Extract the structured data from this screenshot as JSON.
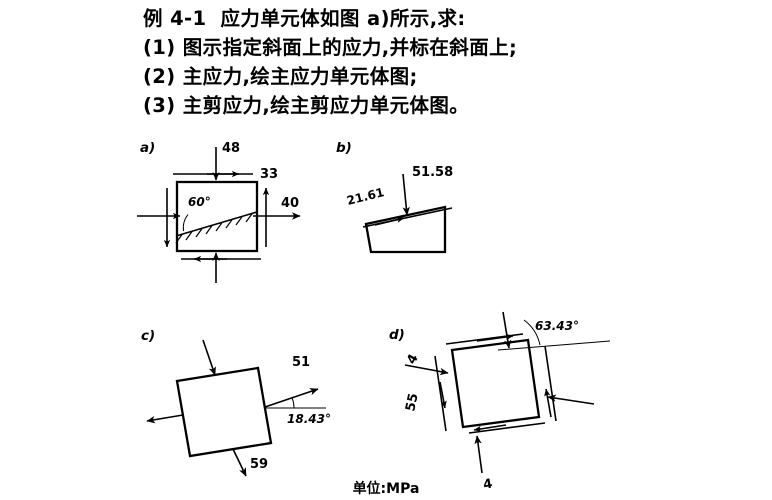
{
  "document": {
    "statement": {
      "title": "例 4-1",
      "lines": [
        "应力单元体如图 a)所示,求:",
        "(1) 图示指定斜面上的应力,并标在斜面上;",
        "(2) 主应力,绘主应力单元体图;",
        "(3) 主剪应力,绘主剪应力单元体图。"
      ]
    },
    "figure_caption": "单位:MPa"
  },
  "figure": {
    "panels": [
      {
        "id": "a",
        "label": "a)",
        "description": "stress element square with inclined plane at 60 degrees",
        "annotations": [
          {
            "name": "top-normal-stress",
            "value": "48"
          },
          {
            "name": "top-shear-stress",
            "value": "33"
          },
          {
            "name": "right-normal-stress",
            "value": "40"
          },
          {
            "name": "inclined-plane-angle",
            "value": "60°"
          }
        ]
      },
      {
        "id": "b",
        "label": "b)",
        "description": "wedge showing stresses resolved on the inclined plane",
        "annotations": [
          {
            "name": "shear-stress-on-plane",
            "value": "21.61"
          },
          {
            "name": "normal-stress-on-plane",
            "value": "51.58"
          }
        ]
      },
      {
        "id": "c",
        "label": "c)",
        "description": "principal stress element rotated",
        "annotations": [
          {
            "name": "principal-stress-1",
            "value": "51"
          },
          {
            "name": "principal-stress-2",
            "value": "59"
          },
          {
            "name": "principal-plane-angle",
            "value": "18.43°"
          }
        ]
      },
      {
        "id": "d",
        "label": "d)",
        "description": "maximum shear stress element rotated",
        "annotations": [
          {
            "name": "shear-stress-top",
            "value": "4"
          },
          {
            "name": "normal-stress-left",
            "value": "55"
          },
          {
            "name": "shear-stress-bottom",
            "value": "4"
          },
          {
            "name": "max-shear-plane-angle",
            "value": "63.43°"
          }
        ]
      }
    ]
  },
  "colors": {
    "ink": "#000000",
    "paper": "#ffffff"
  }
}
